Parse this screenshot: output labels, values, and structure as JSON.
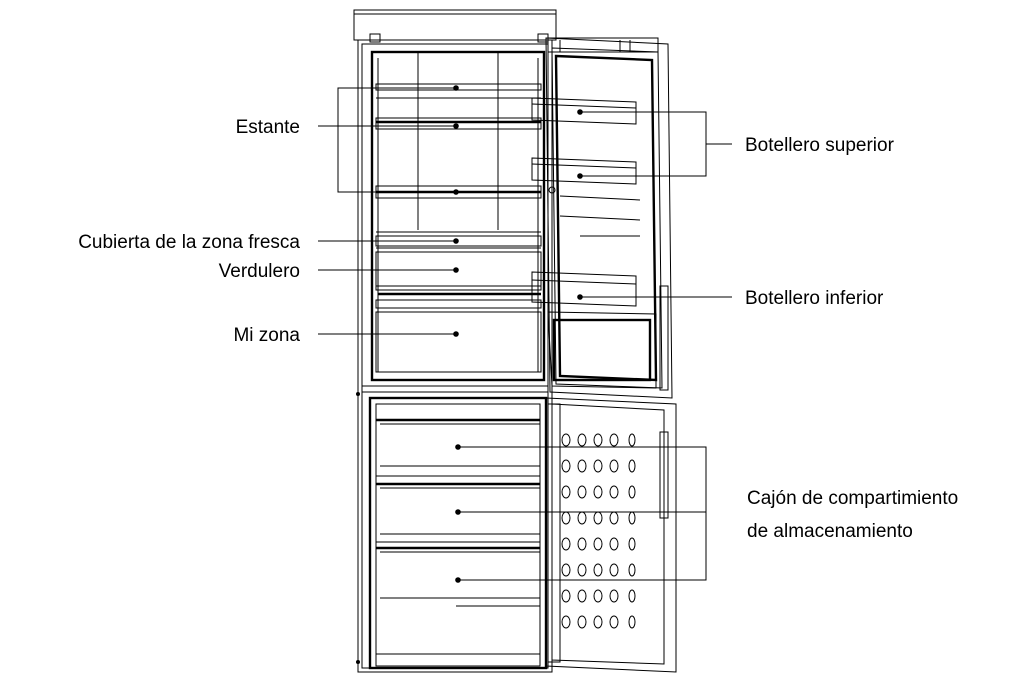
{
  "labels": {
    "shelf": "Estante",
    "fresh_cover": "Cubierta de la zona fresca",
    "crisper": "Verdulero",
    "my_zone": "Mi zona",
    "upper_bottle": "Botellero superior",
    "lower_bottle": "Botellero inferior",
    "drawer_line1": "Cajón de compartimiento",
    "drawer_line2": "de almacenamiento"
  },
  "colors": {
    "ink": "#000000",
    "background": "#ffffff"
  }
}
